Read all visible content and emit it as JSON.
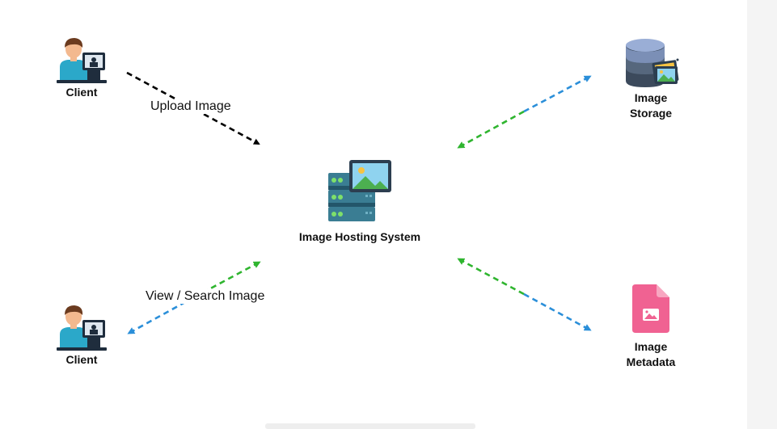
{
  "diagram": {
    "nodes": {
      "client_top": {
        "label": "Client",
        "icon": "client-computer-icon"
      },
      "client_bottom": {
        "label": "Client",
        "icon": "client-computer-icon"
      },
      "system": {
        "label": "Image Hosting System",
        "icon": "server-image-icon"
      },
      "storage": {
        "label": "Image\nStorage",
        "icon": "database-image-icon"
      },
      "metadata": {
        "label": "Image\nMetadata",
        "icon": "image-file-icon"
      }
    },
    "edges": {
      "upload": {
        "label": "Upload Image",
        "from": "client_top",
        "to": "system",
        "color": "#000000"
      },
      "view": {
        "label": "View / Search Image",
        "from": "system",
        "to": "client_bottom",
        "color_start": "#2fb52f",
        "color_end": "#2b8fd9"
      },
      "storage_link": {
        "from": "system",
        "to": "storage",
        "color_start": "#2fb52f",
        "color_end": "#2b8fd9"
      },
      "metadata_link": {
        "from": "system",
        "to": "metadata",
        "color_start": "#2fb52f",
        "color_end": "#2b8fd9"
      }
    }
  }
}
